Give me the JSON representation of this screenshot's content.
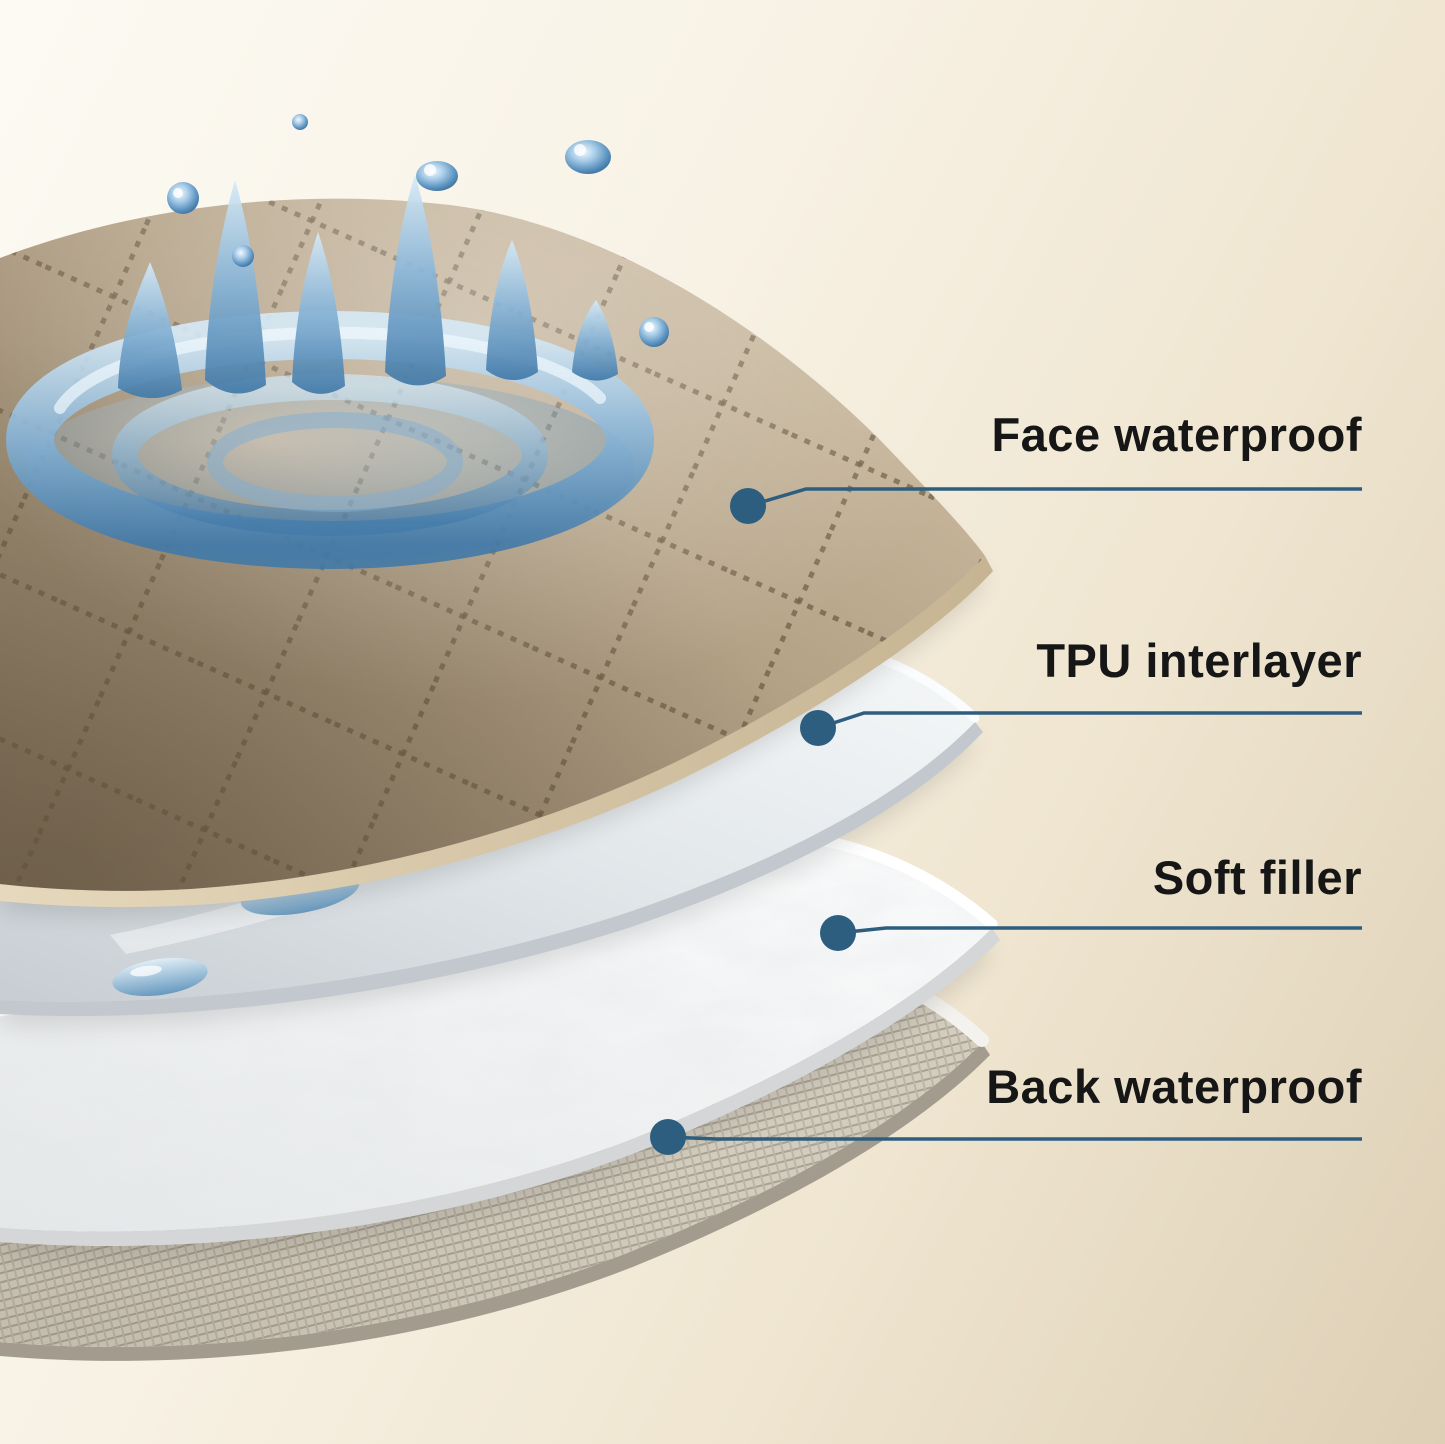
{
  "diagram": {
    "kind": "product-layer-structure",
    "layers": [
      {
        "label": "Face waterproof"
      },
      {
        "label": "TPU interlayer"
      },
      {
        "label": "Soft filler"
      },
      {
        "label": "Back waterproof"
      }
    ],
    "colors": {
      "callout_line": "#2d5e80",
      "callout_dot": "#2d5e80",
      "label_text": "#161616",
      "background_start": "#fcfaf3",
      "background_end": "#ddcfb5",
      "fabric_tan": "#b2a083",
      "water_blue": "#4e87b5",
      "tpu_white": "#eef1f3",
      "filler_white": "#f7f8f8",
      "back_gray": "#cfc9bb"
    }
  }
}
